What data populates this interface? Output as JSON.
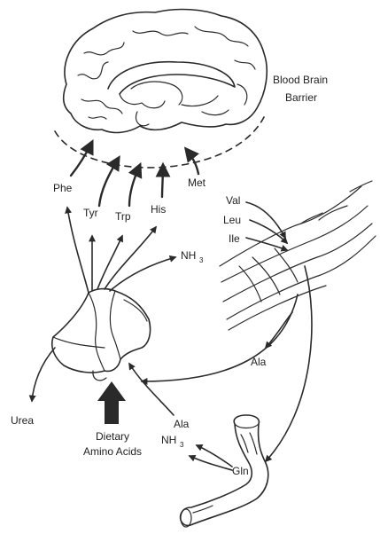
{
  "labels": {
    "blood_brain_barrier_line1": "Blood Brain",
    "blood_brain_barrier_line2": "Barrier",
    "phe": "Phe",
    "tyr": "Tyr",
    "trp": "Trp",
    "his": "His",
    "met": "Met",
    "val": "Val",
    "leu": "Leu",
    "ile": "Ile",
    "nh3_top": "NH",
    "nh3_top_sub": "3",
    "ala_muscle": "Ala",
    "urea": "Urea",
    "ala_gut": "Ala",
    "nh3_gut": "NH",
    "nh3_gut_sub": "3",
    "dietary_line1": "Dietary",
    "dietary_line2": "Amino Acids",
    "gln": "Gln"
  },
  "colors": {
    "ink": "#2a2a2a",
    "background": "#ffffff"
  }
}
